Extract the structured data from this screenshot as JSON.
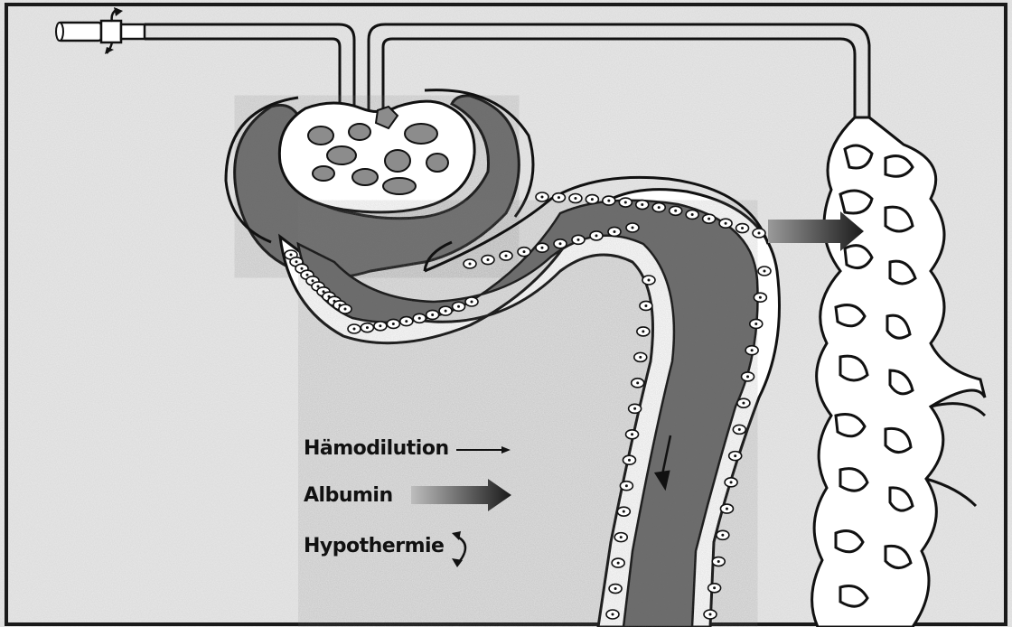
{
  "legend": {
    "hemodilution_label": "Hämodilution",
    "albumin_label": "Albumin",
    "hypothermia_label": "Hypothermie"
  },
  "colors": {
    "background": "#ececec",
    "outline": "#111111",
    "lumen_fill": "#6e6e6e",
    "tube_fill": "#ffffff"
  },
  "icons": [
    "rotation-arrows-icon",
    "flow-arrow-icon",
    "thin-arrow-icon",
    "thick-arrow-icon",
    "hypothermia-icon"
  ]
}
